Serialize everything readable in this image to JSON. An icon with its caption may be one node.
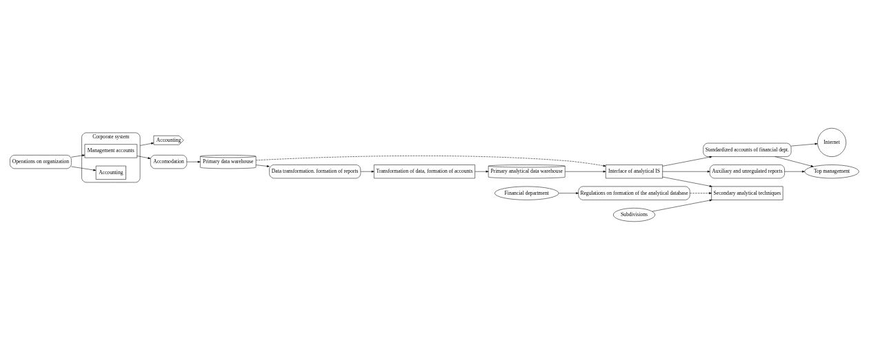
{
  "diagram": {
    "nodes": [
      {
        "text": [
          "Operations on organization"
        ]
      },
      {
        "text": [
          "Corporate system"
        ]
      },
      {
        "text": [
          "Management accounts"
        ],
        "in": 1
      },
      {
        "text": [
          "Accounting"
        ],
        "in": 1
      },
      {
        "text": [
          "Accounting"
        ]
      },
      {
        "text": [
          "Primary analytical data warehouse"
        ]
      },
      {
        "text": [
          "Internet"
        ]
      },
      {
        "text": [
          "Standardized accounts of financial dept."
        ]
      },
      {
        "text": [
          "Top management"
        ]
      },
      {
        "text": [
          "Transformation of data, formation of accounts"
        ]
      },
      {
        "text": [
          "Interface of analytical IS"
        ]
      },
      {
        "text": [
          "Accomodation"
        ]
      },
      {
        "text": [
          "Data transformation. formation of reports"
        ]
      },
      {
        "text": [
          "Auxiliary and unregulated reports"
        ]
      },
      {
        "text": [
          "Primary data warehouse"
        ]
      },
      {
        "text": [
          "Financial department"
        ]
      },
      {
        "text": [
          "Secondary analytical techniques"
        ]
      },
      {
        "text": [
          "Regulations on formation of the analytical database"
        ]
      },
      {
        "text": [
          "Subdivisions"
        ]
      }
    ],
    "edges": [
      {
        "from": 0,
        "to": 2,
        "arrow": "to"
      },
      {
        "from": 0,
        "to": 3,
        "arrow": "to"
      },
      {
        "from": 1,
        "to": 4,
        "arrow": "to"
      },
      {
        "from": 2,
        "to": 11,
        "arrow": "to"
      },
      {
        "from": 11,
        "to": 14,
        "arrow": "to"
      },
      {
        "from": 14,
        "to": 12,
        "arrow": "to"
      },
      {
        "from": 12,
        "to": 9,
        "arrow": "to"
      },
      {
        "from": 9,
        "to": 5,
        "arrow": "to"
      },
      {
        "from": 5,
        "to": 10,
        "arrow": "to"
      },
      {
        "from": 14,
        "to": 10,
        "arrow": "to",
        "style": "dashed"
      },
      {
        "from": 10,
        "to": 7,
        "arrow": "to"
      },
      {
        "from": 10,
        "to": 13,
        "arrow": "to"
      },
      {
        "from": 10,
        "to": 16,
        "arrow": "to"
      },
      {
        "from": 7,
        "to": 6,
        "arrow": "to"
      },
      {
        "from": 7,
        "to": 8,
        "arrow": "to"
      },
      {
        "from": 13,
        "to": 8,
        "arrow": "to"
      },
      {
        "from": 18,
        "to": 16,
        "arrow": "to"
      },
      {
        "from": 15,
        "to": 17,
        "arrow": "to"
      },
      {
        "from": 17,
        "to": 16,
        "arrow": "to",
        "style": "dashed"
      }
    ]
  }
}
